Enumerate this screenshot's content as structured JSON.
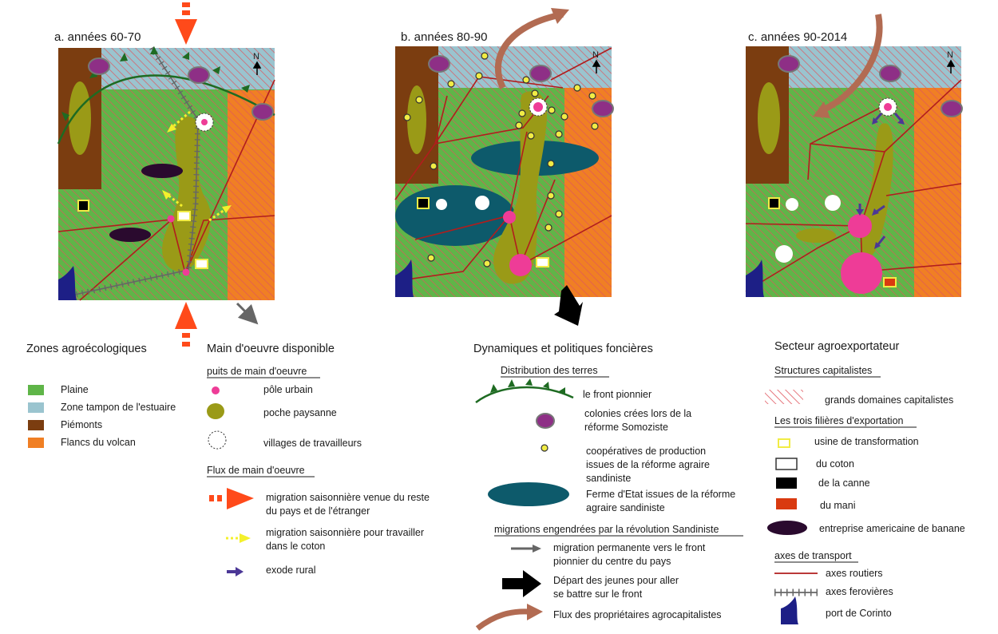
{
  "maps": [
    {
      "title": "a. années 60-70",
      "north": "N"
    },
    {
      "title": "b. années 80-90",
      "north": "N"
    },
    {
      "title": "c. années 90-2014",
      "north": "N"
    }
  ],
  "colors": {
    "plaine": "#5fb548",
    "estuaire": "#9ac4cf",
    "piemonts": "#7b3d10",
    "volcan": "#f07f24",
    "hatch": "#e0555d",
    "poche": "#9a9a17",
    "pole": "#ee3c97",
    "colonie": "#8e2f86",
    "coop": "#f1ec45",
    "ferme": "#0d5a6b",
    "banane": "#2a0a2e",
    "route": "#b11d1d",
    "rail": "#666666",
    "migration_ext": "#ff4a1a",
    "migration_coton": "#f4f02c",
    "exode": "#4b3796",
    "front": "#1e6b22",
    "proprietaires": "#b26b52",
    "mani": "#d93a10",
    "port": "#1d1f86"
  },
  "legend": {
    "zones": {
      "title": "Zones agroécologiques",
      "items": [
        "Plaine",
        "Zone tampon de l'estuaire",
        "Piémonts",
        "Flancs du volcan"
      ]
    },
    "main_oeuvre": {
      "title": "Main d'oeuvre disponible",
      "puits_title": "puits de main d'oeuvre",
      "puits_items": [
        "pôle urbain",
        "poche paysanne",
        "villages de travailleurs"
      ],
      "flux_title": "Flux de main d'oeuvre",
      "flux_items": [
        {
          "line1": "migration saisonnière venue du reste",
          "line2": "du pays et de l'étranger"
        },
        {
          "line1": "migration saisonnière pour travailler",
          "line2": "dans le coton"
        },
        {
          "line1": "exode rural",
          "line2": ""
        }
      ]
    },
    "dynamiques": {
      "title": "Dynamiques et politiques foncières",
      "distribution_title": "Distribution des terres",
      "distribution_items": [
        {
          "line1": "le front pionnier",
          "line2": ""
        },
        {
          "line1": "colonies crées lors de la",
          "line2": "réforme Somoziste"
        },
        {
          "line1": "coopératives de production",
          "line2": "issues de la réforme agraire",
          "line3": "sandiniste"
        },
        {
          "line1": "Ferme d'Etat issues de la réforme",
          "line2": "agraire sandiniste"
        }
      ],
      "migrations_title": "migrations engendrées par la révolution Sandiniste",
      "migrations_items": [
        {
          "line1": "migration permanente vers le front",
          "line2": "pionnier du centre du pays"
        },
        {
          "line1": "Départ des jeunes pour aller",
          "line2": "se battre sur le front"
        },
        {
          "line1": "Flux des propriétaires agrocapitalistes",
          "line2": ""
        }
      ]
    },
    "secteur": {
      "title": "Secteur agroexportateur",
      "structures_title": "Structures capitalistes",
      "structures_items": [
        "grands domaines capitalistes"
      ],
      "filieres_title": "Les trois filières d'exportation",
      "filieres_items": [
        "usine de transformation",
        "du coton",
        "de la canne",
        "du mani",
        "entreprise americaine de banane"
      ],
      "transport_title": "axes de transport",
      "transport_items": [
        "axes routiers",
        "axes ferovières",
        "port de Corinto"
      ]
    }
  }
}
